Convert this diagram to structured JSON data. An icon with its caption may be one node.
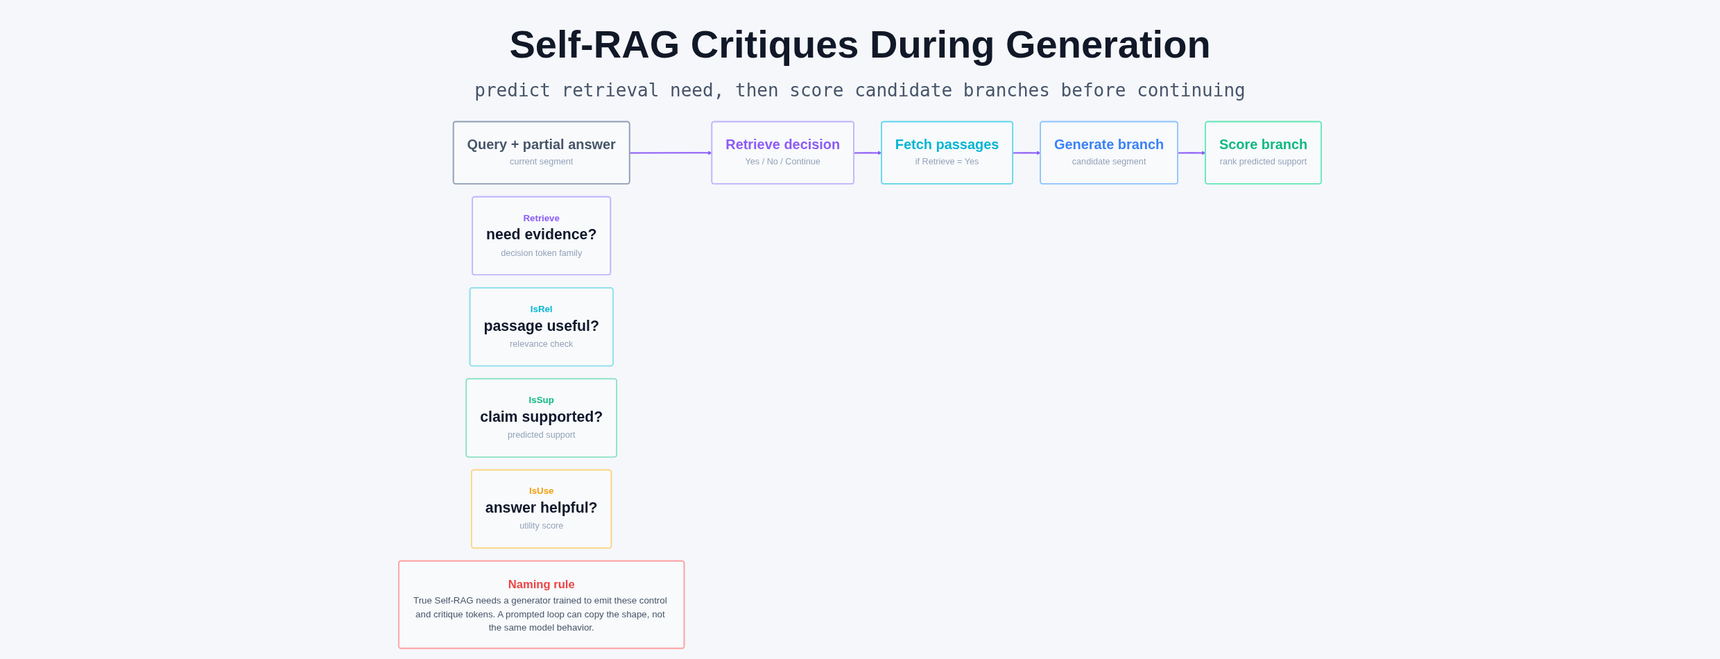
{
  "diagram": {
    "title": "Self-RAG Critiques During Generation",
    "nodes": [
      {
        "text": [
          "Query + partial answer",
          "current segment"
        ]
      },
      {
        "text": [
          "Retrieve decision",
          "Yes / No / Continue"
        ]
      },
      {
        "text": [
          "Fetch passages",
          "if Retrieve = Yes"
        ]
      },
      {
        "text": [
          "Generate branch",
          "candidate segment"
        ]
      },
      {
        "text": [
          "Score branch",
          "rank predicted support"
        ]
      },
      {
        "text": [
          "Retrieve",
          "need evidence?",
          "decision token family"
        ]
      },
      {
        "text": [
          "IsRel",
          "passage useful?",
          "relevance check"
        ]
      },
      {
        "text": [
          "IsSup",
          "claim supported?",
          "predicted support"
        ]
      },
      {
        "text": [
          "IsUse",
          "answer helpful?",
          "utility score"
        ]
      },
      {
        "text": [
          "Naming rule",
          "True Self-RAG needs a generator trained to emit these control and critique tokens. A prompted loop can copy the shape, not the same model behavior."
        ]
      }
    ],
    "edges": [
      {
        "from": 0,
        "to": 1,
        "arrow": "to"
      },
      {
        "from": 1,
        "to": 2,
        "arrow": "to"
      },
      {
        "from": 2,
        "to": 3,
        "arrow": "to"
      },
      {
        "from": 3,
        "to": 4,
        "arrow": "to"
      }
    ],
    "labels": [
      "predict retrieval need, then score candidate branches before continuing"
    ]
  }
}
